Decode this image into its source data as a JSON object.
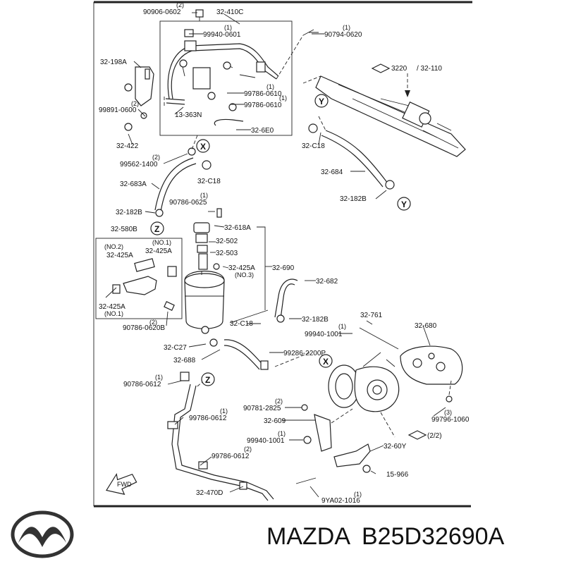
{
  "brand": {
    "name": "MAZDA",
    "part_number": "B25D32690A"
  },
  "callouts": [
    {
      "id": "c1",
      "text": "90906-0602"
    },
    {
      "id": "c2",
      "text": "32-410C"
    },
    {
      "id": "c3",
      "text": "99940-0601"
    },
    {
      "id": "c4",
      "text": "90794-0620"
    },
    {
      "id": "c5",
      "text": "32-198A"
    },
    {
      "id": "c6",
      "text": "3220"
    },
    {
      "id": "c7",
      "text": "/ 32-110"
    },
    {
      "id": "c8",
      "text": "99786-0610"
    },
    {
      "id": "c9",
      "text": "99786-0610"
    },
    {
      "id": "c10",
      "text": "99891-0600"
    },
    {
      "id": "c11",
      "text": "13-363N"
    },
    {
      "id": "c12",
      "text": "32-6E0"
    },
    {
      "id": "c13",
      "text": "32-422"
    },
    {
      "id": "c14",
      "text": "32-C18"
    },
    {
      "id": "c15",
      "text": "99562-1400"
    },
    {
      "id": "c16",
      "text": "32-C18"
    },
    {
      "id": "c17",
      "text": "32-684"
    },
    {
      "id": "c18",
      "text": "32-683A"
    },
    {
      "id": "c19",
      "text": "32-182B"
    },
    {
      "id": "c20",
      "text": "90786-0625"
    },
    {
      "id": "c21",
      "text": "32-182B"
    },
    {
      "id": "c22",
      "text": "32-580B"
    },
    {
      "id": "c23",
      "text": "32-618A"
    },
    {
      "id": "c24",
      "text": "(NO.2)"
    },
    {
      "id": "c25",
      "text": "(NO.1)"
    },
    {
      "id": "c26",
      "text": "32-425A"
    },
    {
      "id": "c27",
      "text": "32-425A"
    },
    {
      "id": "c28",
      "text": "32-502"
    },
    {
      "id": "c29",
      "text": "32-503"
    },
    {
      "id": "c30",
      "text": "32-425A"
    },
    {
      "id": "c31",
      "text": "(NO.3)"
    },
    {
      "id": "c32",
      "text": "32-690"
    },
    {
      "id": "c33",
      "text": "32-682"
    },
    {
      "id": "c34",
      "text": "32-425A"
    },
    {
      "id": "c35",
      "text": "(NO.1)"
    },
    {
      "id": "c36",
      "text": "90786-0620B"
    },
    {
      "id": "c37",
      "text": "32-C18"
    },
    {
      "id": "c38",
      "text": "32-182B"
    },
    {
      "id": "c39",
      "text": "32-761"
    },
    {
      "id": "c40",
      "text": "32-680"
    },
    {
      "id": "c41",
      "text": "99940-1001"
    },
    {
      "id": "c42",
      "text": "32-C27"
    },
    {
      "id": "c43",
      "text": "99286-2200P"
    },
    {
      "id": "c44",
      "text": "32-688"
    },
    {
      "id": "c45",
      "text": "90786-0612"
    },
    {
      "id": "c46",
      "text": "90781-2825"
    },
    {
      "id": "c47",
      "text": "99786-0612"
    },
    {
      "id": "c48",
      "text": "32-609"
    },
    {
      "id": "c49",
      "text": "99796-1060"
    },
    {
      "id": "c50",
      "text": "99940-1001"
    },
    {
      "id": "c51",
      "text": "(2/2)"
    },
    {
      "id": "c52",
      "text": "32-60Y"
    },
    {
      "id": "c53",
      "text": "99786-0612"
    },
    {
      "id": "c54",
      "text": "15-966"
    },
    {
      "id": "c55",
      "text": "32-470D"
    },
    {
      "id": "c56",
      "text": "9YA02-1016"
    },
    {
      "id": "c57",
      "text": "FWD"
    }
  ],
  "quantities": [
    {
      "id": "q1",
      "text": "(2)"
    },
    {
      "id": "q2",
      "text": "(1)"
    },
    {
      "id": "q3",
      "text": "(1)"
    },
    {
      "id": "q4",
      "text": "(1)"
    },
    {
      "id": "q5",
      "text": "(1)"
    },
    {
      "id": "q6",
      "text": "(2)"
    },
    {
      "id": "q7",
      "text": "(2)"
    },
    {
      "id": "q8",
      "text": "(1)"
    },
    {
      "id": "q9",
      "text": "(2)"
    },
    {
      "id": "q10",
      "text": "(1)"
    },
    {
      "id": "q11",
      "text": "(1)"
    },
    {
      "id": "q12",
      "text": "(2)"
    },
    {
      "id": "q13",
      "text": "(1)"
    },
    {
      "id": "q14",
      "text": "(3)"
    },
    {
      "id": "q15",
      "text": "(1)"
    },
    {
      "id": "q16",
      "text": "(2)"
    },
    {
      "id": "q17",
      "text": "(1)"
    }
  ],
  "markers": [
    {
      "id": "m1",
      "text": "X"
    },
    {
      "id": "m2",
      "text": "Y"
    },
    {
      "id": "m3",
      "text": "Y"
    },
    {
      "id": "m4",
      "text": "Z"
    },
    {
      "id": "m5",
      "text": "X"
    },
    {
      "id": "m6",
      "text": "Z"
    }
  ]
}
